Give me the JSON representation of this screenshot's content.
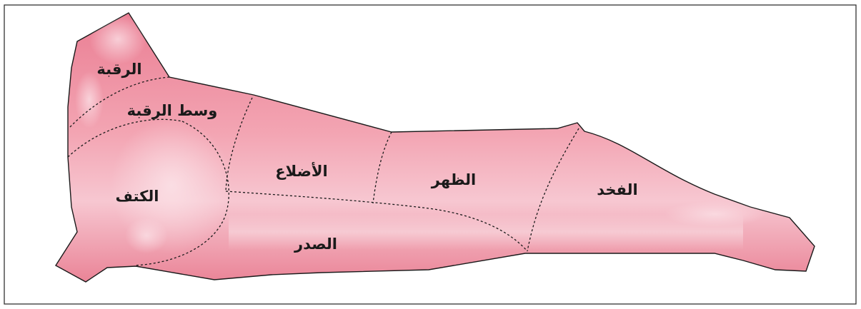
{
  "diagram": {
    "colors": {
      "meat_base": "#ee8fa0",
      "meat_light": "#f9d4dc",
      "meat_dark": "#e06d84",
      "outline": "#1a1a1a",
      "border": "#333333"
    },
    "cuts": [
      {
        "id": "neck",
        "label": "الرقبة"
      },
      {
        "id": "mid-neck",
        "label": "وسط الرقبة"
      },
      {
        "id": "shoulder",
        "label": "الكتف"
      },
      {
        "id": "ribs",
        "label": "الأضلاع"
      },
      {
        "id": "back",
        "label": "الظهر"
      },
      {
        "id": "thigh",
        "label": "الفخد"
      },
      {
        "id": "brisket",
        "label": "الصدر"
      }
    ]
  }
}
